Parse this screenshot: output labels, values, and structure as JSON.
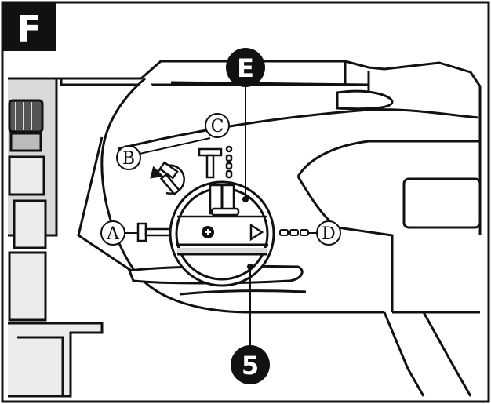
{
  "figure": {
    "panel_label": "F",
    "markers": {
      "top": "E",
      "bottom": "5"
    },
    "callouts": {
      "a": "A",
      "b": "B",
      "c": "C",
      "d": "D"
    }
  },
  "colors": {
    "ink": "#111111",
    "paper": "#ffffff",
    "shade": "#d9d9d9"
  },
  "icons": {
    "a": "hammer-mode-icon",
    "b": "chisel-rotation-icon",
    "c": "hammer-drill-mode-icon",
    "d": "forward-direction-icon"
  }
}
